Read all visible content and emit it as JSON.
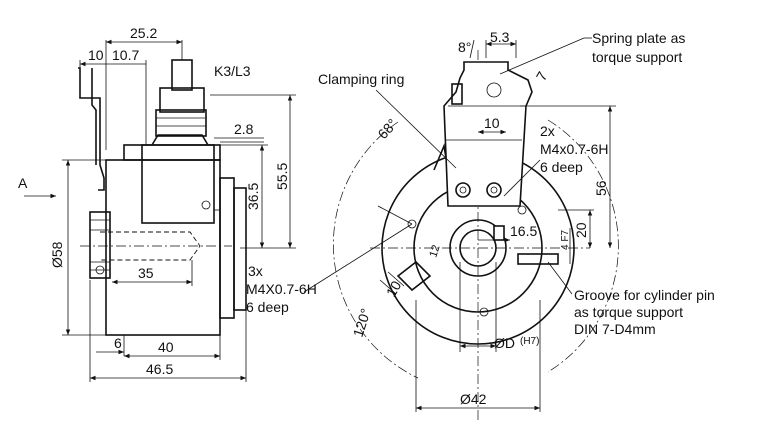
{
  "side_view": {
    "dims": {
      "d25_2": "25.2",
      "d10": "10",
      "d10_7": "10.7",
      "d2_8": "2.8",
      "d55_5": "55.5",
      "d36_5": "36.5",
      "d58": "Ø58",
      "d35": "35",
      "d6": "6",
      "d40": "40",
      "d46_5": "46.5"
    },
    "connector_label": "K3/L3",
    "view_arrow_label": "A"
  },
  "front_view": {
    "dims": {
      "d8": "8°",
      "d5_3": "5.3",
      "d7": "7",
      "d10": "10",
      "d68": "68°",
      "d56": "56",
      "d16_5": "16.5",
      "d20": "20",
      "d4f7": "4 F7",
      "d12": "12",
      "d10b": "10",
      "d120": "120°",
      "dD": "ØD",
      "dD_tol": "(H7)",
      "d42": "Ø42"
    },
    "labels": {
      "clamping_ring": "Clamping ring",
      "spring_plate_1": "Spring plate as",
      "spring_plate_2": "torque support",
      "thread2x_1": "2x",
      "thread2x_2": "M4x0.7-6H",
      "thread2x_3": "6 deep",
      "thread3x_1": "3x",
      "thread3x_2": "M4X0.7-6H",
      "thread3x_3": "6 deep",
      "groove_1": "Groove for cylinder pin",
      "groove_2": "as torque support",
      "groove_3": "DIN 7-D4mm"
    }
  }
}
